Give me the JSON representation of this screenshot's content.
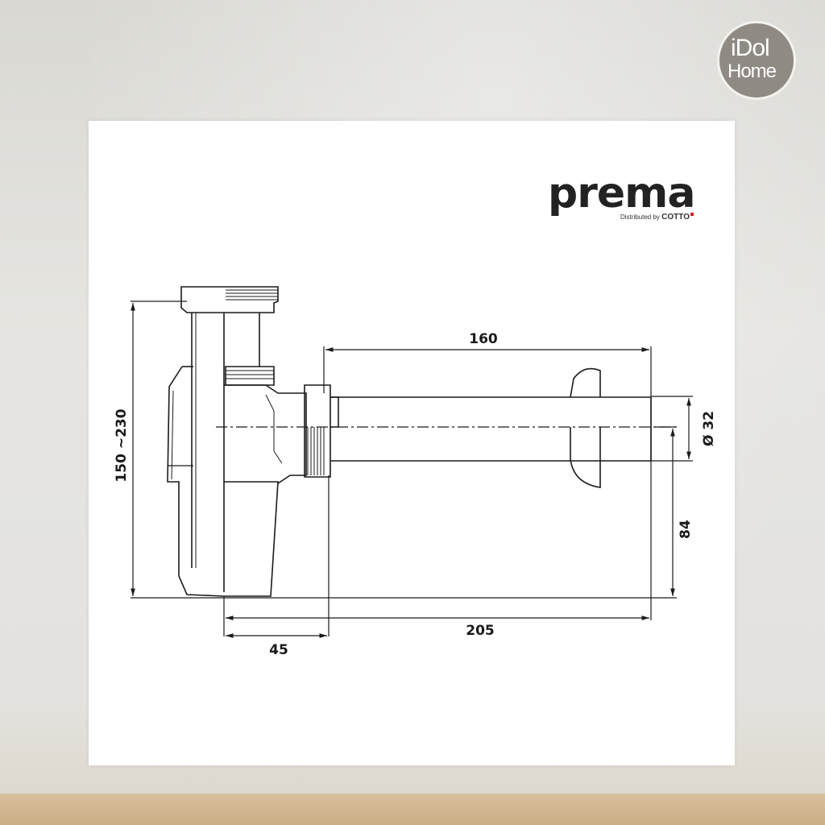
{
  "watermark": {
    "line1": "iDol",
    "line2": "Home"
  },
  "brand": {
    "name": "prema",
    "distributed_by": "Distributed by",
    "partner": "COTTO"
  },
  "dimensions": {
    "height_range": "150 ~230",
    "top_length": "160",
    "diameter": "Ø 32",
    "outlet_height": "84",
    "total_length": "205",
    "offset": "45"
  },
  "colors": {
    "line": "#1a1a1a",
    "badge": "#8f8b84",
    "accent_red": "#d0202a"
  }
}
